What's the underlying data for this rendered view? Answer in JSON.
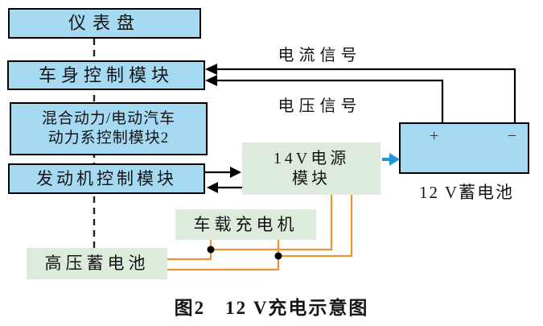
{
  "diagram": {
    "caption": "图2　12 V充电示意图",
    "colors": {
      "box_blue": "#a6d9f2",
      "box_green": "#dcebdc",
      "wire_orange": "#ef9234",
      "arrow_blue": "#2196d6",
      "wire_black": "#000000"
    },
    "nodes": {
      "instrument_panel": "仪表盘",
      "body_control_module": "车身控制模块",
      "hybrid_module_line1": "混合动力/电动汽车",
      "hybrid_module_line2": "动力系控制模块2",
      "engine_control_module": "发动机控制模块",
      "hv_battery": "高压蓄电池",
      "onboard_charger": "车载充电机",
      "power_module_line1": "14V电源",
      "power_module_line2": "模块",
      "battery_12v_label": "12 V蓄电池",
      "battery_plus": "+",
      "battery_minus": "−"
    },
    "signals": {
      "current": "电流信号",
      "voltage": "电压信号"
    }
  }
}
